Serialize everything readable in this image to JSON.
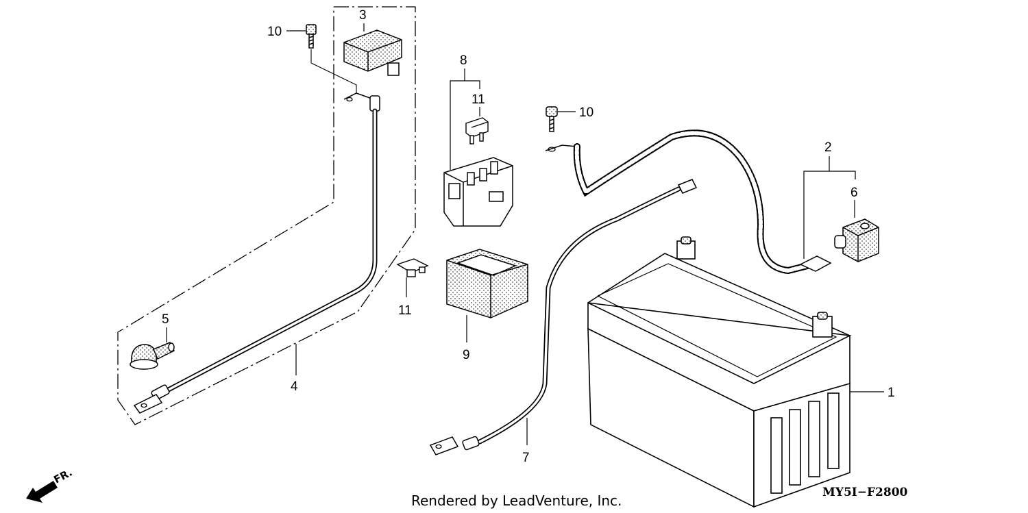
{
  "callouts": {
    "c1": "1",
    "c2": "2",
    "c3": "3",
    "c4": "4",
    "c5": "5",
    "c6": "6",
    "c7": "7",
    "c8": "8",
    "c9": "9",
    "c10a": "10",
    "c10b": "10",
    "c11a": "11",
    "c11b": "11"
  },
  "footer": {
    "credit": "Rendered by LeadVenture, Inc.",
    "diagram_code": "MY5I−F2800"
  },
  "direction": {
    "label": "FR."
  }
}
